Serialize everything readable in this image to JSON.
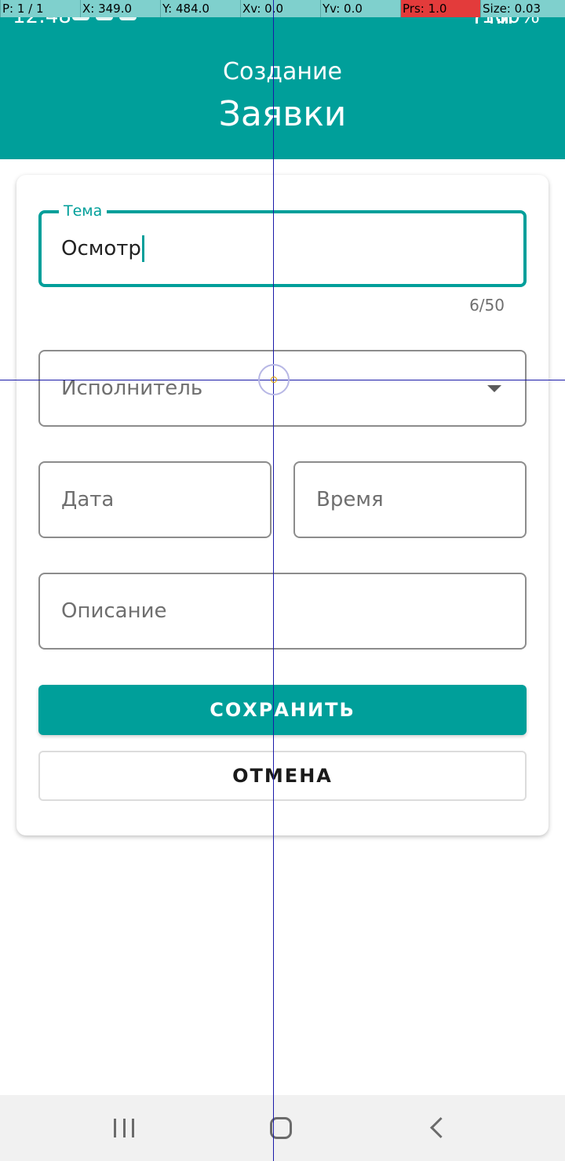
{
  "status_bar": {
    "time": "12:48",
    "battery": "100%"
  },
  "debug_overlay": {
    "pointer": "P: 1 / 1",
    "x": "X: 349.0",
    "y": "Y: 484.0",
    "xv": "Xv: 0.0",
    "yv": "Yv: 0.0",
    "prs": "Prs: 1.0",
    "size": "Size: 0.03"
  },
  "header": {
    "subtitle": "Создание",
    "title": "Заявки"
  },
  "form": {
    "topic": {
      "label": "Тема",
      "value": "Осмотр",
      "counter": "6/50"
    },
    "executor": {
      "placeholder": "Исполнитель"
    },
    "date": {
      "placeholder": "Дата"
    },
    "time": {
      "placeholder": "Время"
    },
    "description": {
      "placeholder": "Описание"
    },
    "save_label": "СОХРАНИТЬ",
    "cancel_label": "ОТМЕНА"
  },
  "colors": {
    "accent": "#009f9a",
    "background": "#ffffff"
  },
  "icons": {
    "dropdown": "triangle-down-icon",
    "nav_recent": "recent-apps-icon",
    "nav_home": "home-icon",
    "nav_back": "back-icon"
  }
}
